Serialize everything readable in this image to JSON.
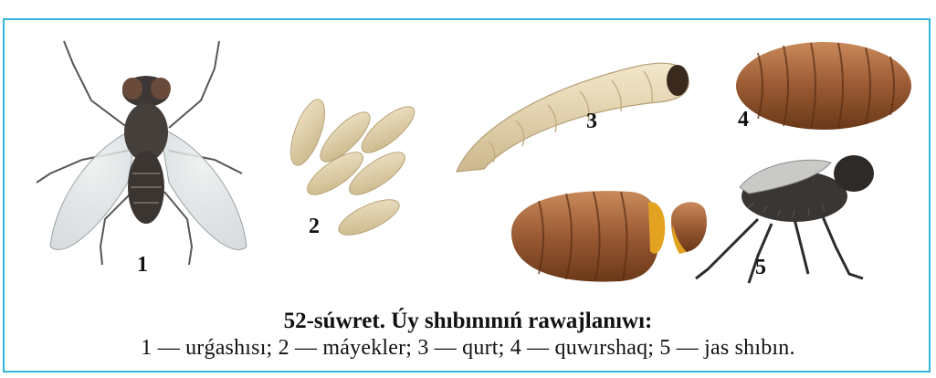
{
  "figure": {
    "labels": [
      "1",
      "2",
      "3",
      "4",
      "5"
    ],
    "caption_title": "52-súwret. Úy shıbınınıń rawajlanıwı:",
    "caption_legend": "1 — urǵashısı;  2 — máyekler;  3 — qurt;  4 — quwırshaq;  5 — jas shıbın.",
    "colors": {
      "frame": "#35b6d8",
      "pupa": "#9a5a34",
      "egg": "#d8c7a2",
      "larva": "#e8d8b4",
      "fly": "#3a3634"
    }
  }
}
